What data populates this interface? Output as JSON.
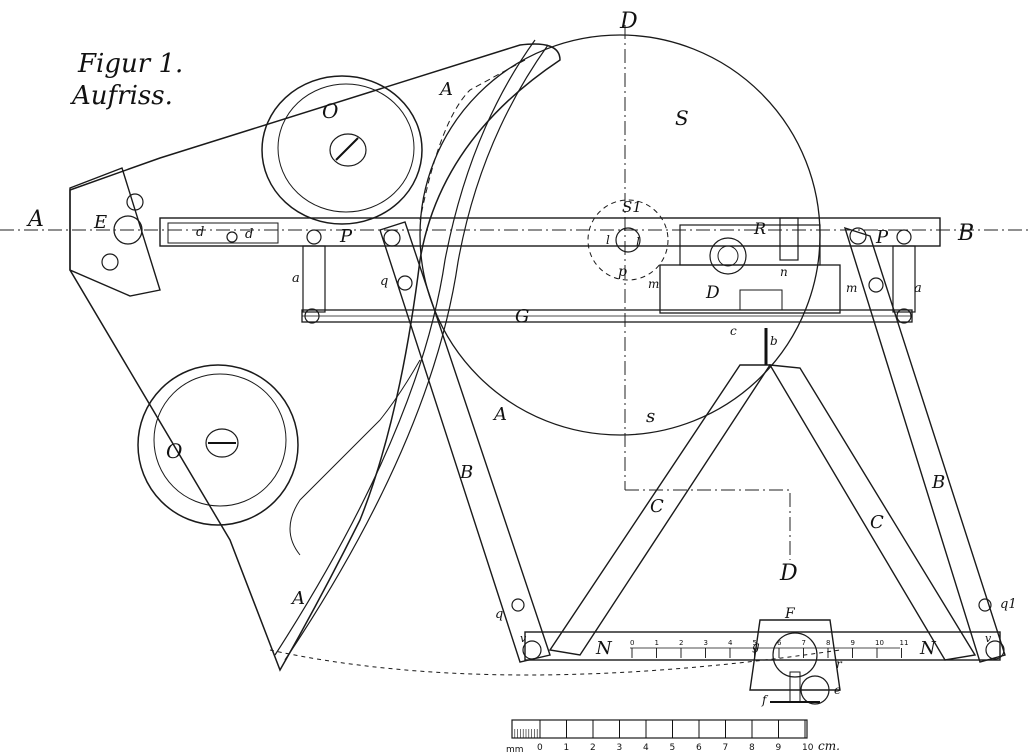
{
  "figure": {
    "title_line1": "Figur 1.",
    "title_line2": "Aufriss."
  },
  "axis": {
    "left_label": "A",
    "right_label": "B",
    "top_label": "D",
    "bottom_label": "D"
  },
  "labels": {
    "A": "A",
    "B": "B",
    "C": "C",
    "D": "D",
    "E": "E",
    "F": "F",
    "G": "G",
    "N": "N",
    "O": "O",
    "P": "P",
    "R": "R",
    "S": "S",
    "S1": "S1",
    "s": "s",
    "a": "a",
    "b": "b",
    "c": "c",
    "d": "d",
    "e": "e",
    "f": "f",
    "g": "g",
    "l": "l",
    "m": "m",
    "n": "n",
    "o": "o",
    "p": "p",
    "q": "q",
    "q1": "q1",
    "r": "r",
    "v": "v",
    "P_small": "P"
  },
  "scale": {
    "unit_mm": "mm",
    "unit_cm": "cm.",
    "ticks": [
      "0",
      "1",
      "2",
      "3",
      "4",
      "5",
      "6",
      "7",
      "8",
      "9",
      "10"
    ]
  },
  "ruler_N": {
    "ticks": [
      "0",
      "1",
      "2",
      "3",
      "4",
      "5",
      "6",
      "7",
      "8",
      "9",
      "10",
      "11"
    ]
  }
}
